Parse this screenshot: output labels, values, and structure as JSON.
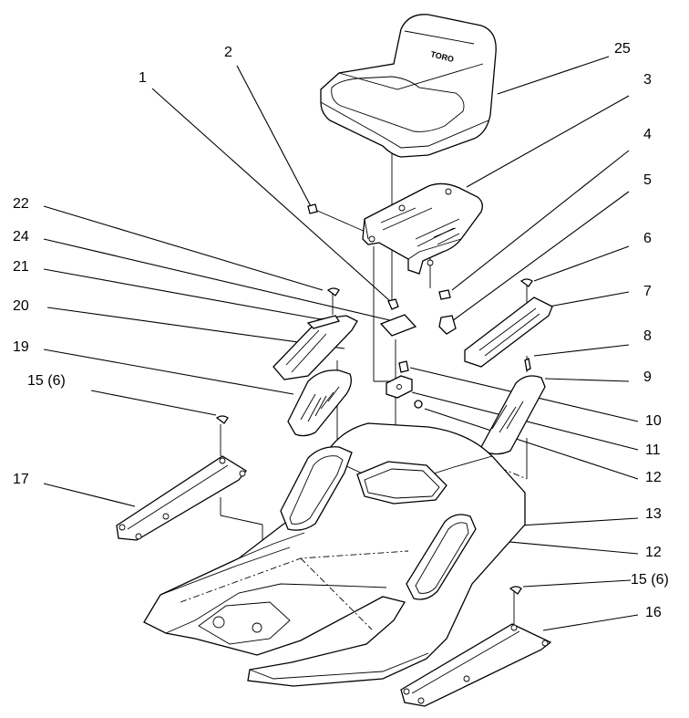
{
  "callouts": [
    {
      "id": "1",
      "label": "1"
    },
    {
      "id": "2",
      "label": "2"
    },
    {
      "id": "25",
      "label": "25"
    },
    {
      "id": "3",
      "label": "3"
    },
    {
      "id": "4",
      "label": "4"
    },
    {
      "id": "5",
      "label": "5"
    },
    {
      "id": "22",
      "label": "22"
    },
    {
      "id": "24",
      "label": "24"
    },
    {
      "id": "6",
      "label": "6"
    },
    {
      "id": "21",
      "label": "21"
    },
    {
      "id": "7",
      "label": "7"
    },
    {
      "id": "20",
      "label": "20"
    },
    {
      "id": "8",
      "label": "8"
    },
    {
      "id": "19",
      "label": "19"
    },
    {
      "id": "9",
      "label": "9"
    },
    {
      "id": "15a",
      "label": "15 (6)"
    },
    {
      "id": "10",
      "label": "10"
    },
    {
      "id": "11",
      "label": "11"
    },
    {
      "id": "17",
      "label": "17"
    },
    {
      "id": "12a",
      "label": "12"
    },
    {
      "id": "13",
      "label": "13"
    },
    {
      "id": "12b",
      "label": "12"
    },
    {
      "id": "15b",
      "label": "15 (6)"
    },
    {
      "id": "16",
      "label": "16"
    }
  ],
  "seat_logo": "TORO"
}
